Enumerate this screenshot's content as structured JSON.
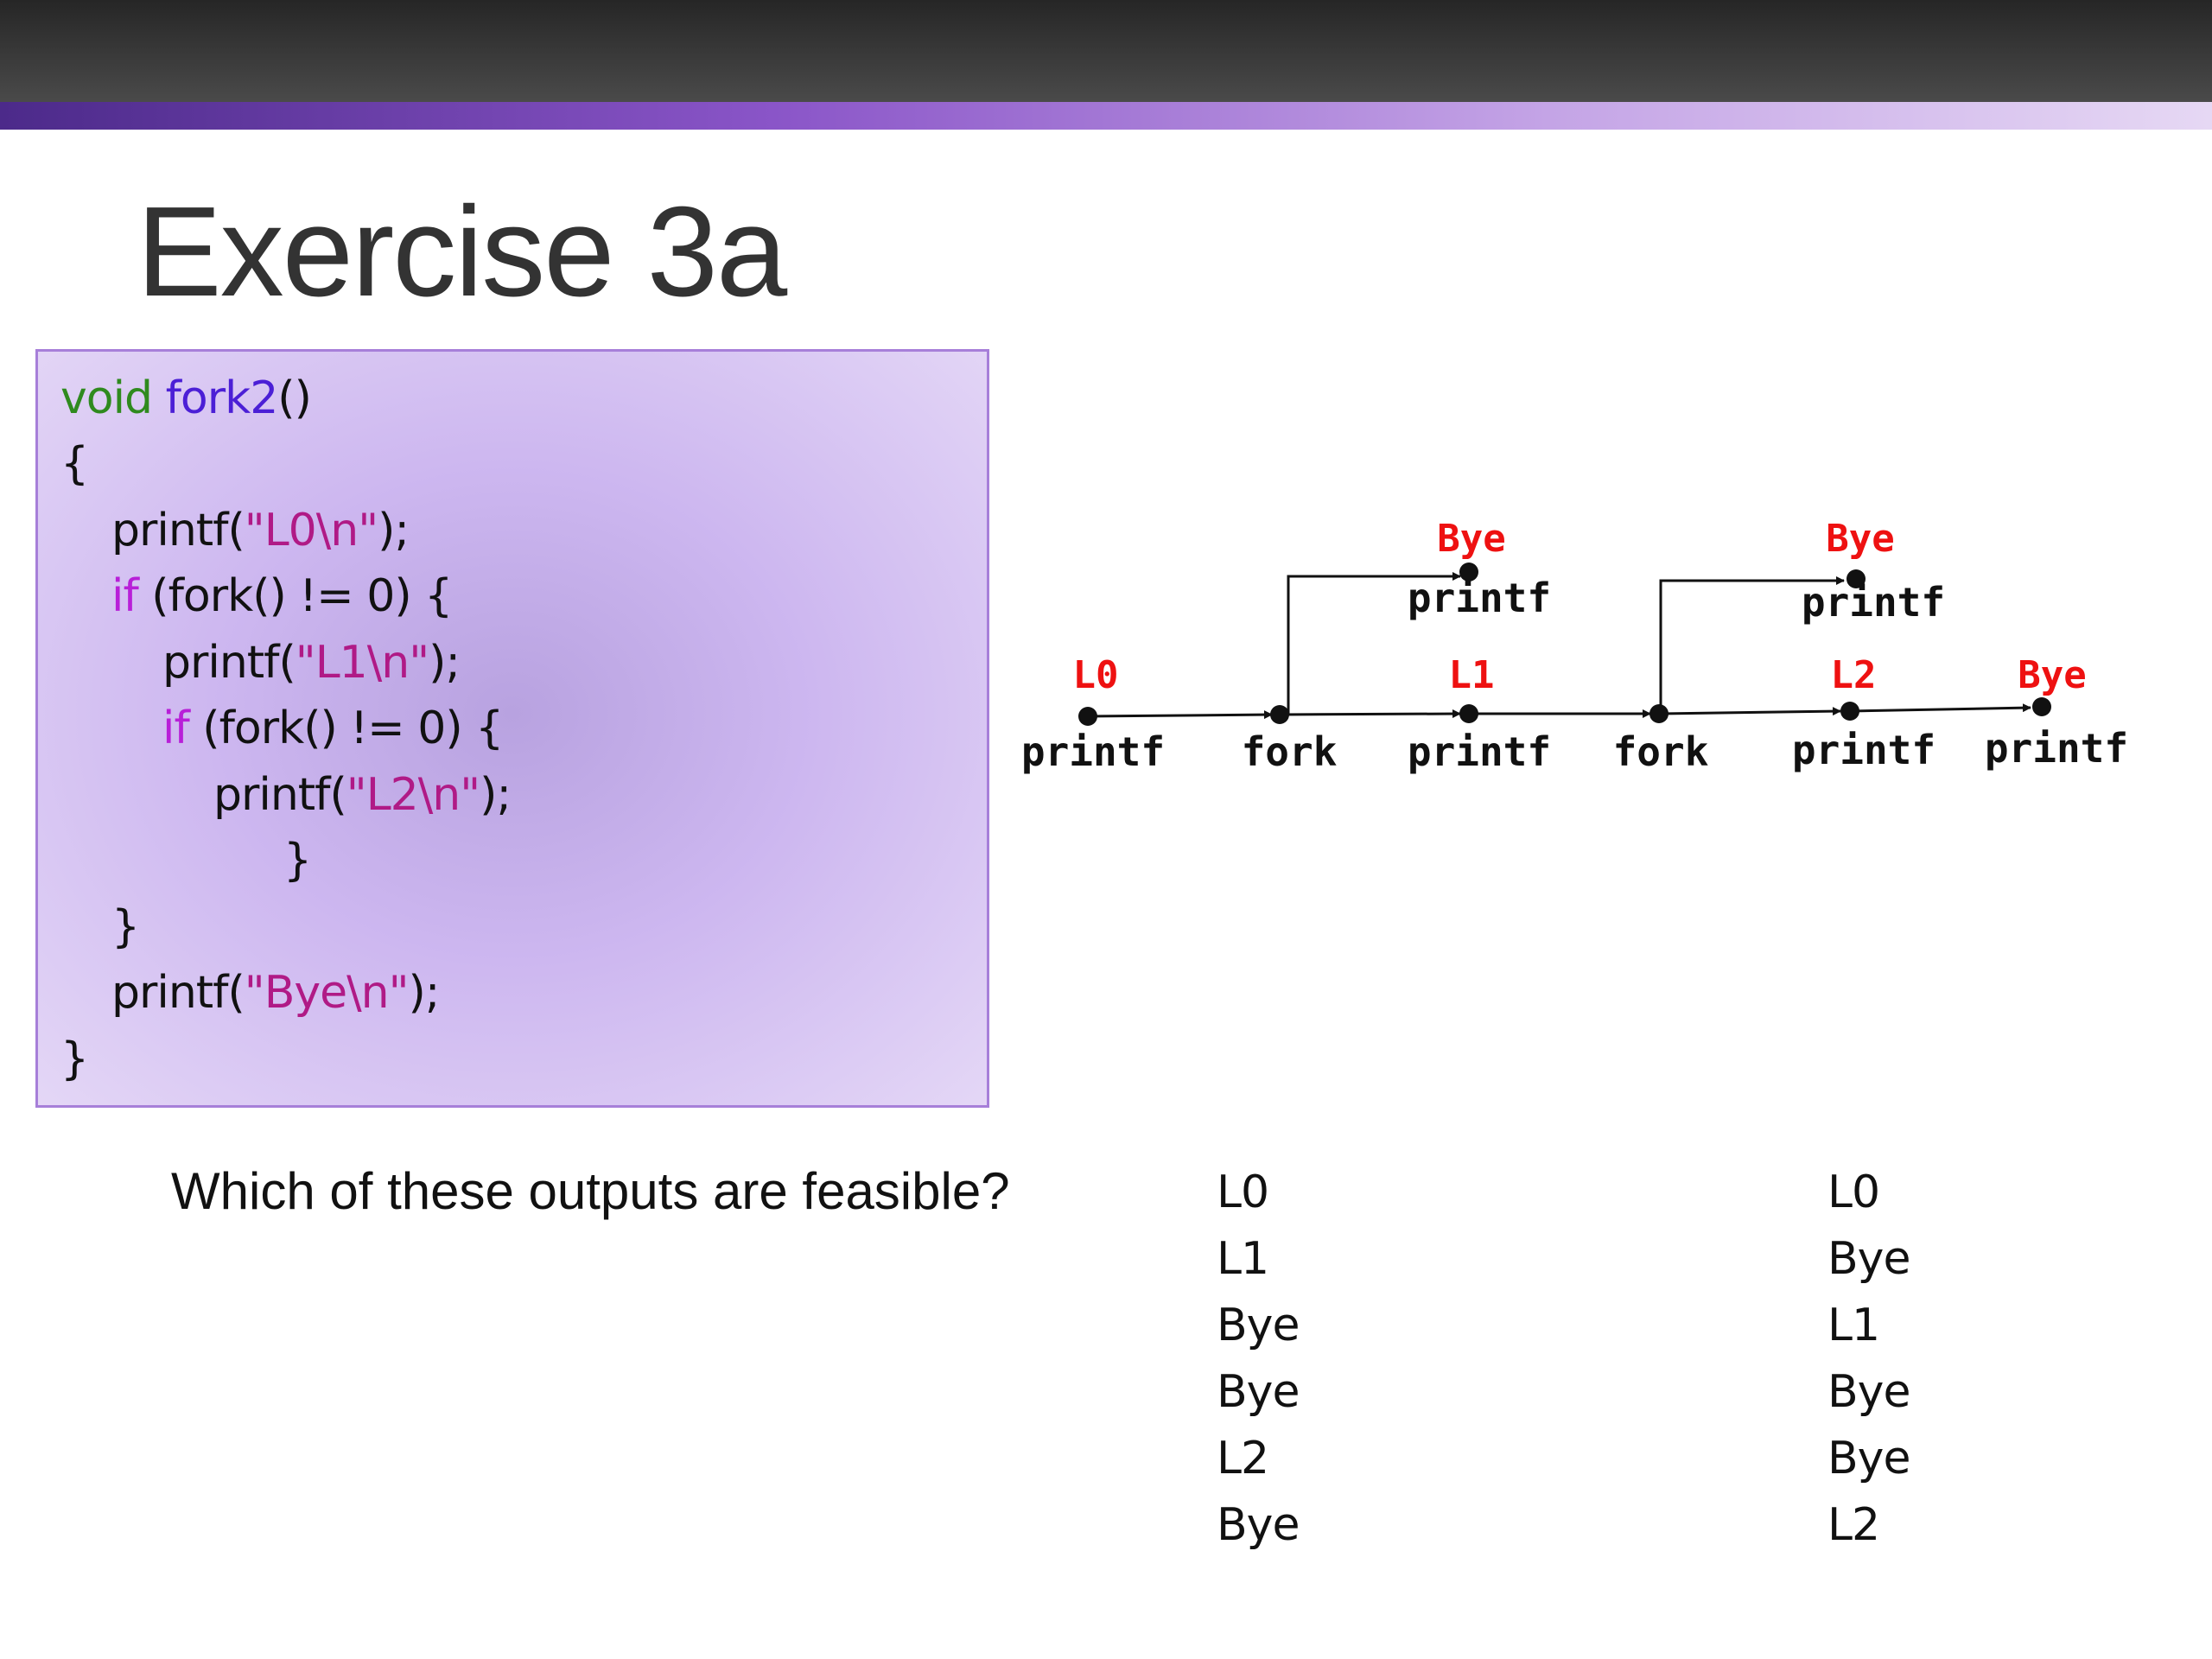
{
  "slide": {
    "title": "Exercise 3a"
  },
  "code": {
    "line1": {
      "type": "void",
      "fn": "fork2",
      "rest": "()"
    },
    "line2": "{",
    "line3": {
      "pre": "printf(",
      "str": "\"L0\\n\"",
      "post": ");"
    },
    "line4": {
      "kw": "if",
      "rest": " (fork() != 0) {"
    },
    "line5": {
      "pre": "printf(",
      "str": "\"L1\\n\"",
      "post": ");"
    },
    "line6": {
      "kw": "if",
      "rest": " (fork() != 0) {"
    },
    "line7": {
      "pre": "printf(",
      "str": "\"L2\\n\"",
      "post": ");"
    },
    "line8": "}",
    "line9": "}",
    "line10": {
      "pre": "printf(",
      "str": "\"Bye\\n\"",
      "post": ");"
    },
    "line11": "}"
  },
  "graph": {
    "top1": {
      "red": "Bye",
      "black": "printf"
    },
    "top2": {
      "red": "Bye",
      "black": "printf"
    },
    "main": [
      {
        "red": "L0",
        "black": "printf"
      },
      {
        "red": "",
        "black": "fork"
      },
      {
        "red": "L1",
        "black": "printf"
      },
      {
        "red": "",
        "black": "fork"
      },
      {
        "red": "L2",
        "black": "printf"
      },
      {
        "red": "Bye",
        "black": "printf"
      }
    ]
  },
  "question": "Which of these outputs are feasible?",
  "outputs": {
    "left": [
      "L0",
      "L1",
      "Bye",
      "Bye",
      "L2",
      "Bye"
    ],
    "right": [
      "L0",
      "Bye",
      "L1",
      "Bye",
      "Bye",
      "L2"
    ]
  }
}
